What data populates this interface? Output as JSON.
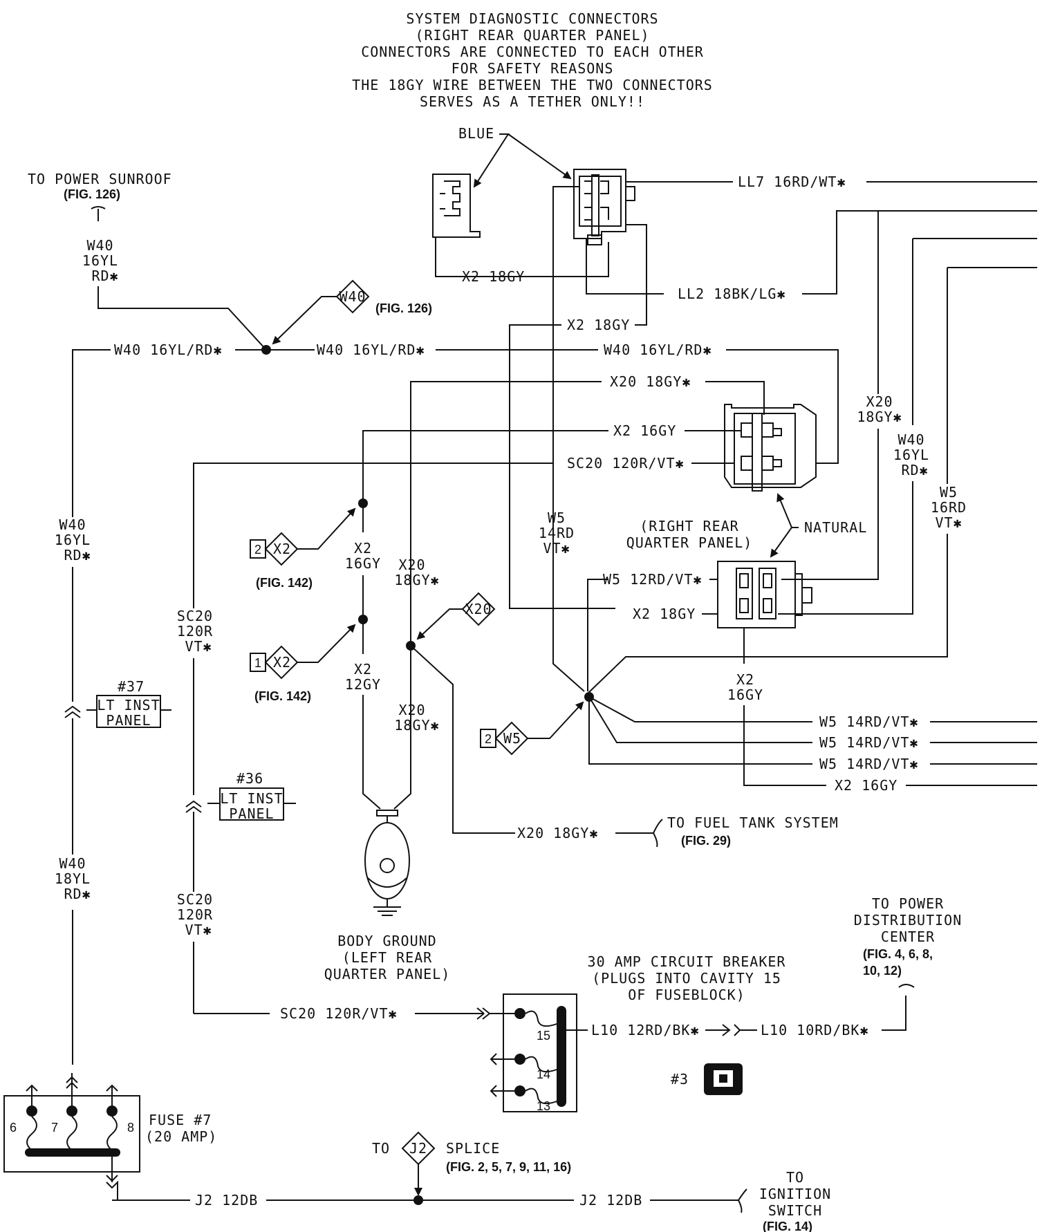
{
  "title_lines": [
    "SYSTEM DIAGNOSTIC CONNECTORS",
    "(RIGHT REAR QUARTER PANEL)",
    "CONNECTORS ARE CONNECTED TO EACH OTHER",
    "FOR SAFETY REASONS",
    "THE 18GY WIRE BETWEEN THE TWO CONNECTORS",
    "SERVES AS A TETHER ONLY!!"
  ],
  "labels": {
    "blue": "BLUE",
    "natural": "NATURAL",
    "rrqp_1": "(RIGHT REAR",
    "rrqp_2": "QUARTER PANEL)",
    "sunroof_1": "TO POWER SUNROOF",
    "fig126_a": "(FIG. 126)",
    "fig126_b": "(FIG. 126)",
    "fig142_a": "(FIG. 142)",
    "fig142_b": "(FIG. 142)",
    "fuel_1": "TO FUEL TANK SYSTEM",
    "fig29": "(FIG. 29)",
    "ground_1": "BODY GROUND",
    "ground_2": "(LEFT REAR",
    "ground_3": "QUARTER PANEL)",
    "cb_1": "30 AMP CIRCUIT BREAKER",
    "cb_2": "(PLUGS INTO CAVITY 15",
    "cb_3": "OF FUSEBLOCK)",
    "pdc_1": "TO POWER",
    "pdc_2": "DISTRIBUTION",
    "pdc_3": "CENTER",
    "pdc_4": "(FIG. 4, 6, 8,",
    "pdc_5": "10, 12)",
    "fuse_1": "FUSE #7",
    "fuse_2": "(20 AMP)",
    "to_j2": "TO",
    "splice": "SPLICE",
    "fig_j2": "(FIG. 2, 5, 7, 9, 11, 16)",
    "ign_1": "TO",
    "ign_2": "IGNITION",
    "ign_3": "SWITCH",
    "fig14": "(FIG. 14)",
    "hash3": "#3",
    "hash37": "#37",
    "hash36": "#36",
    "ltinst_37a": "LT INST",
    "ltinst_37b": "PANEL",
    "ltinst_36a": "LT INST",
    "ltinst_36b": "PANEL"
  },
  "wires": {
    "ll7": "LL7 16RD/WT✱",
    "x2_18gy_a": "X2 18GY",
    "ll2": "LL2 18BK/LG✱",
    "x2_18gy_b": "X2 18GY",
    "w40_left": "W40 16YL/RD✱",
    "w40_mid": "W40 16YL/RD✱",
    "w40_right": "W40 16YL/RD✱",
    "x20_top": "X20 18GY✱",
    "x2_16gy_a": "X2 16GY",
    "sc20_top": "SC20 120R/VT✱",
    "w5_12": "W5 12RD/VT✱",
    "x2_18gy_c": "X2 18GY",
    "w5_r1": "W5 14RD/VT✱",
    "w5_r2": "W5 14RD/VT✱",
    "w5_r3": "W5 14RD/VT✱",
    "x2_16gy_r": "X2 16GY",
    "x20_fuel": "X20 18GY✱",
    "sc20_bot": "SC20 120R/VT✱",
    "l10_a": "L10 12RD/BK✱",
    "l10_b": "L10 10RD/BK✱",
    "j2_a": "J2 12DB",
    "j2_b": "J2 12DB"
  },
  "stacked": {
    "w40_top": [
      "W40",
      "16YL",
      "RD✱"
    ],
    "w40_left": [
      "W40",
      "16YL",
      "RD✱"
    ],
    "w40_left2": [
      "W40",
      "18YL",
      "RD✱"
    ],
    "sc20_a": [
      "SC20",
      "120R",
      "VT✱"
    ],
    "sc20_b": [
      "SC20",
      "120R",
      "VT✱"
    ],
    "x2_16": [
      "X2",
      "16GY"
    ],
    "x2_12": [
      "X2",
      "12GY"
    ],
    "x20_a": [
      "X20",
      "18GY✱"
    ],
    "x20_b": [
      "X20",
      "18GY✱"
    ],
    "w5_14": [
      "W5",
      "14RD",
      "VT✱"
    ],
    "x20_r": [
      "X20",
      "18GY✱"
    ],
    "w40_r": [
      "W40",
      "16YL",
      "RD✱"
    ],
    "w5_16": [
      "W5",
      "16RD",
      "VT✱"
    ],
    "x2_16r": [
      "X2",
      "16GY"
    ]
  },
  "diamonds": {
    "w40": "W40",
    "x2a": "X2",
    "x2b": "X2",
    "x20": "X20",
    "w5": "W5",
    "j2": "J2"
  },
  "diamond_nums": {
    "x2a": "2",
    "x2b": "1",
    "w5": "2"
  },
  "fuse_cavities": [
    "6",
    "7",
    "8"
  ],
  "cb_cavities": [
    "15",
    "14",
    "13"
  ]
}
